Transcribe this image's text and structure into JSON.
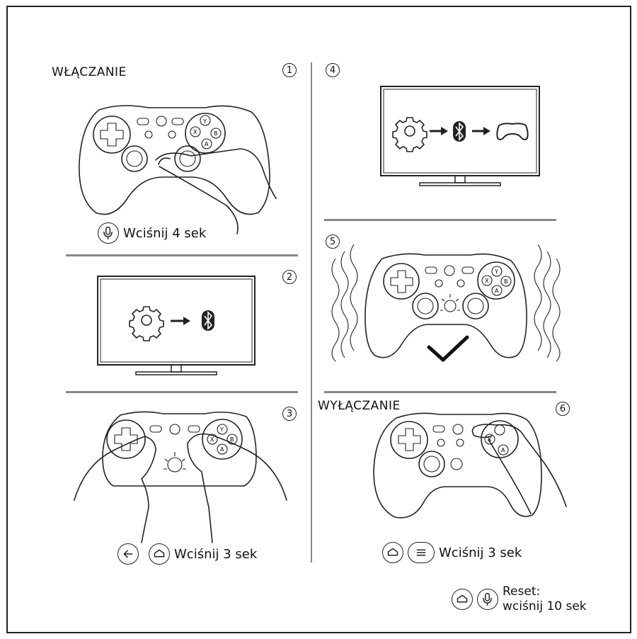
{
  "headings": {
    "power_on": "WŁĄCZANIE",
    "power_off": "WYŁĄCZANIE"
  },
  "steps": [
    "1",
    "2",
    "3",
    "4",
    "5",
    "6"
  ],
  "captions": {
    "step1": "Wciśnij 4 sek",
    "step3": "Wciśnij 3 sek",
    "step6": "Wciśnij 3 sek",
    "reset_line1": "Reset:",
    "reset_line2": "wciśnij 10 sek"
  },
  "icons": {
    "step1": [
      "mic-button-icon"
    ],
    "step2": [
      "settings-gear-icon",
      "arrow-right-icon",
      "bluetooth-icon"
    ],
    "step3": [
      "back-button-icon",
      "home-button-icon"
    ],
    "step4": [
      "settings-gear-icon",
      "arrow-right-icon",
      "bluetooth-icon",
      "arrow-right-icon",
      "gamepad-icon"
    ],
    "step5": [
      "vibration-icon",
      "checkmark-icon"
    ],
    "step6": [
      "home-button-icon",
      "menu-button-icon"
    ],
    "reset": [
      "home-button-icon",
      "mic-button-icon"
    ]
  }
}
